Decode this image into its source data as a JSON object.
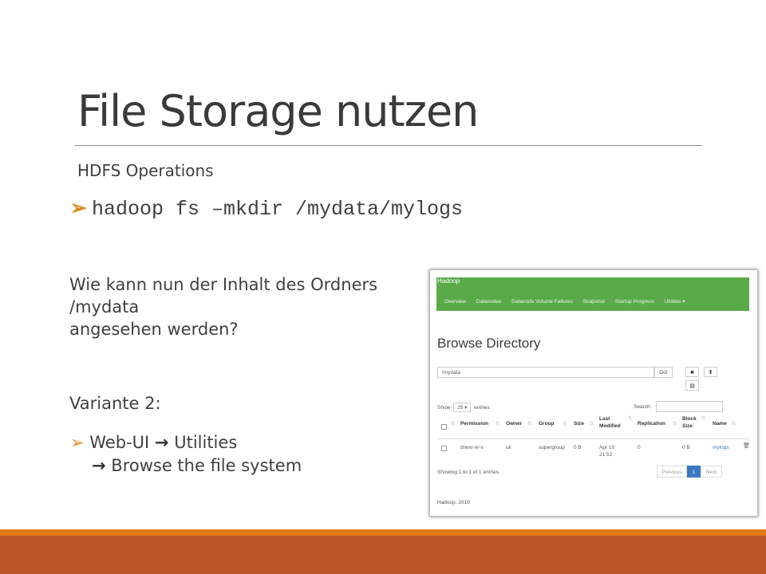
{
  "slide": {
    "title": "File Storage nutzen",
    "subtitle": "HDFS Operations",
    "bullet_glyph": "➢",
    "command": "hadoop fs –mkdir /mydata/mylogs",
    "question_lines": [
      "Wie kann nun der Inhalt des Ordners",
      "/mydata",
      "angesehen werden?"
    ],
    "variant": "Variante 2:",
    "webui_line1_a": "Web-UI",
    "arrow": "→",
    "webui_line1_b": "Utilities",
    "webui_line2": "Browse the file system"
  },
  "screenshot": {
    "brand": "Hadoop",
    "nav": [
      "Overview",
      "Datanodes",
      "Datanode Volume Failures",
      "Snapshot",
      "Startup Progress",
      "Utilities ▾"
    ],
    "page_title": "Browse Directory",
    "path_value": "/mydata",
    "go_label": "Go!",
    "show_label": "Show",
    "entries_value": "25",
    "entries_label": "entries",
    "search_label": "Search:",
    "columns": [
      "Permission",
      "Owner",
      "Group",
      "Size",
      "Last Modified",
      "Replication",
      "Block Size",
      "Name"
    ],
    "rows": [
      {
        "permission": "drwxr-xr-x",
        "owner": "uli",
        "group": "supergroup",
        "size": "0 B",
        "modified": "Apr 10 21:52",
        "replication": "0",
        "block_size": "0 B",
        "name": "mylogs"
      }
    ],
    "showing_text": "Showing 1 to 1 of 1 entries",
    "pager": {
      "previous": "Previous",
      "page": "1",
      "next": "Next"
    },
    "footer": "Hadoop, 2019"
  },
  "colors": {
    "accent_orange": "#e07d18",
    "footer_band": "#bd562b",
    "navbar_green": "#5aaa4a",
    "link_blue": "#3a78c3"
  }
}
